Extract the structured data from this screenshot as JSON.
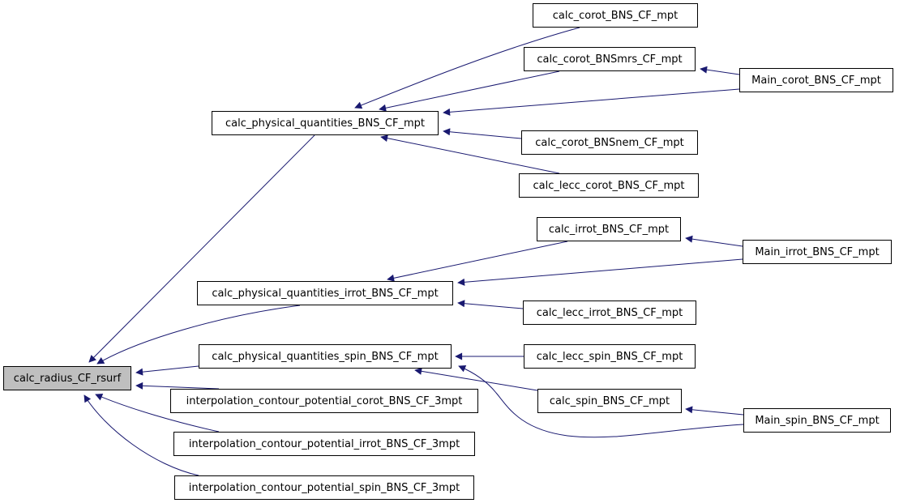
{
  "colors": {
    "edge": "#191970",
    "node_border": "#000000",
    "node_fill": "#ffffff",
    "root_fill": "#bfbfbf"
  },
  "nodes": [
    {
      "id": "calc_radius_CF_rsurf",
      "label": "calc_radius_CF_rsurf",
      "root": true
    },
    {
      "id": "calc_physical_quantities_BNS_CF_mpt",
      "label": "calc_physical_quantities_BNS_CF_mpt"
    },
    {
      "id": "calc_physical_quantities_irrot_BNS_CF_mpt",
      "label": "calc_physical_quantities_irrot_BNS_CF_mpt"
    },
    {
      "id": "calc_physical_quantities_spin_BNS_CF_mpt",
      "label": "calc_physical_quantities_spin_BNS_CF_mpt"
    },
    {
      "id": "interpolation_contour_potential_corot_BNS_CF_3mpt",
      "label": "interpolation_contour_potential_corot_BNS_CF_3mpt"
    },
    {
      "id": "interpolation_contour_potential_irrot_BNS_CF_3mpt",
      "label": "interpolation_contour_potential_irrot_BNS_CF_3mpt"
    },
    {
      "id": "interpolation_contour_potential_spin_BNS_CF_3mpt",
      "label": "interpolation_contour_potential_spin_BNS_CF_3mpt"
    },
    {
      "id": "calc_corot_BNS_CF_mpt",
      "label": "calc_corot_BNS_CF_mpt"
    },
    {
      "id": "calc_corot_BNSmrs_CF_mpt",
      "label": "calc_corot_BNSmrs_CF_mpt"
    },
    {
      "id": "calc_corot_BNSnem_CF_mpt",
      "label": "calc_corot_BNSnem_CF_mpt"
    },
    {
      "id": "calc_lecc_corot_BNS_CF_mpt",
      "label": "calc_lecc_corot_BNS_CF_mpt"
    },
    {
      "id": "Main_corot_BNS_CF_mpt",
      "label": "Main_corot_BNS_CF_mpt"
    },
    {
      "id": "calc_irrot_BNS_CF_mpt",
      "label": "calc_irrot_BNS_CF_mpt"
    },
    {
      "id": "Main_irrot_BNS_CF_mpt",
      "label": "Main_irrot_BNS_CF_mpt"
    },
    {
      "id": "calc_lecc_irrot_BNS_CF_mpt",
      "label": "calc_lecc_irrot_BNS_CF_mpt"
    },
    {
      "id": "calc_lecc_spin_BNS_CF_mpt",
      "label": "calc_lecc_spin_BNS_CF_mpt"
    },
    {
      "id": "calc_spin_BNS_CF_mpt",
      "label": "calc_spin_BNS_CF_mpt"
    },
    {
      "id": "Main_spin_BNS_CF_mpt",
      "label": "Main_spin_BNS_CF_mpt"
    }
  ],
  "edges": [
    {
      "from": "calc_physical_quantities_BNS_CF_mpt",
      "to": "calc_radius_CF_rsurf"
    },
    {
      "from": "calc_physical_quantities_irrot_BNS_CF_mpt",
      "to": "calc_radius_CF_rsurf"
    },
    {
      "from": "calc_physical_quantities_spin_BNS_CF_mpt",
      "to": "calc_radius_CF_rsurf"
    },
    {
      "from": "interpolation_contour_potential_corot_BNS_CF_3mpt",
      "to": "calc_radius_CF_rsurf"
    },
    {
      "from": "interpolation_contour_potential_irrot_BNS_CF_3mpt",
      "to": "calc_radius_CF_rsurf"
    },
    {
      "from": "interpolation_contour_potential_spin_BNS_CF_3mpt",
      "to": "calc_radius_CF_rsurf"
    },
    {
      "from": "calc_corot_BNS_CF_mpt",
      "to": "calc_physical_quantities_BNS_CF_mpt"
    },
    {
      "from": "calc_corot_BNSmrs_CF_mpt",
      "to": "calc_physical_quantities_BNS_CF_mpt"
    },
    {
      "from": "Main_corot_BNS_CF_mpt",
      "to": "calc_physical_quantities_BNS_CF_mpt"
    },
    {
      "from": "calc_corot_BNSnem_CF_mpt",
      "to": "calc_physical_quantities_BNS_CF_mpt"
    },
    {
      "from": "calc_lecc_corot_BNS_CF_mpt",
      "to": "calc_physical_quantities_BNS_CF_mpt"
    },
    {
      "from": "Main_corot_BNS_CF_mpt",
      "to": "calc_corot_BNSmrs_CF_mpt"
    },
    {
      "from": "calc_irrot_BNS_CF_mpt",
      "to": "calc_physical_quantities_irrot_BNS_CF_mpt"
    },
    {
      "from": "Main_irrot_BNS_CF_mpt",
      "to": "calc_physical_quantities_irrot_BNS_CF_mpt"
    },
    {
      "from": "calc_lecc_irrot_BNS_CF_mpt",
      "to": "calc_physical_quantities_irrot_BNS_CF_mpt"
    },
    {
      "from": "Main_irrot_BNS_CF_mpt",
      "to": "calc_irrot_BNS_CF_mpt"
    },
    {
      "from": "calc_lecc_spin_BNS_CF_mpt",
      "to": "calc_physical_quantities_spin_BNS_CF_mpt"
    },
    {
      "from": "calc_spin_BNS_CF_mpt",
      "to": "calc_physical_quantities_spin_BNS_CF_mpt"
    },
    {
      "from": "Main_spin_BNS_CF_mpt",
      "to": "calc_physical_quantities_spin_BNS_CF_mpt"
    },
    {
      "from": "Main_spin_BNS_CF_mpt",
      "to": "calc_spin_BNS_CF_mpt"
    }
  ]
}
